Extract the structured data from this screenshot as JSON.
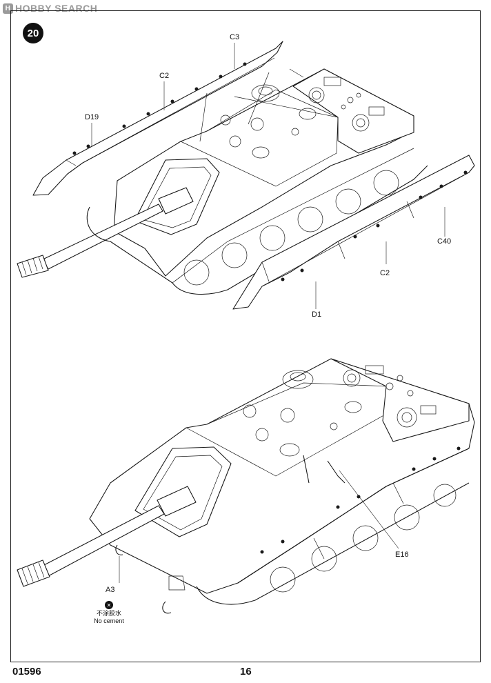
{
  "watermark": {
    "text": "HOBBY SEARCH",
    "logo": "H"
  },
  "step_number": "20",
  "labels": {
    "c3": "C3",
    "c2_top": "C2",
    "d19": "D19",
    "c40": "C40",
    "c2_right": "C2",
    "d1": "D1",
    "e16": "E16",
    "a3": "A3"
  },
  "no_cement": {
    "chinese": "不涂胶水",
    "english": "No cement"
  },
  "footer": {
    "code": "01596",
    "page": "16"
  }
}
